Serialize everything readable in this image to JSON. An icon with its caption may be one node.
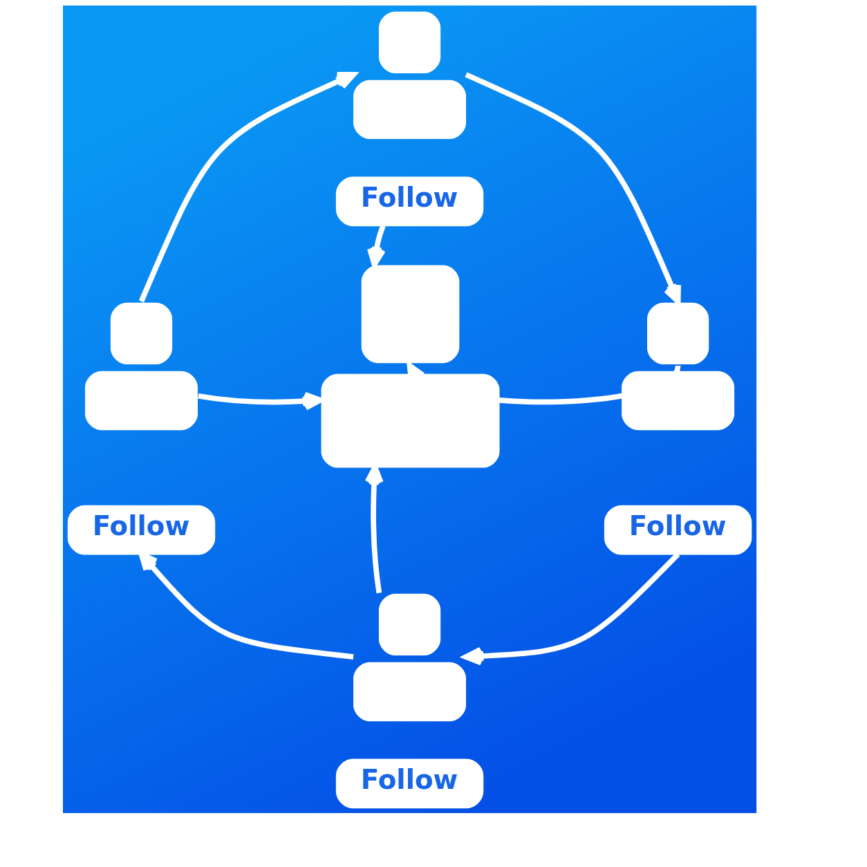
{
  "diagram": {
    "nodes": [
      {
        "text": [],
        "shape": "person"
      },
      {
        "text": [
          "Follow"
        ]
      },
      {
        "text": [],
        "shape": "person"
      },
      {
        "text": [
          "Follow"
        ]
      },
      {
        "text": [],
        "shape": "person"
      },
      {
        "text": [],
        "shape": "person"
      },
      {
        "text": [
          "Follow"
        ]
      },
      {
        "text": [],
        "shape": "person"
      },
      {
        "text": [
          "Follow"
        ]
      }
    ],
    "edges": [
      {
        "from": 2,
        "to": 0,
        "arrow": "to"
      },
      {
        "from": 0,
        "to": 5,
        "arrow": "to"
      },
      {
        "from": 1,
        "to": 4,
        "arrow": "to"
      },
      {
        "from": 2,
        "to": 4,
        "arrow": "to"
      },
      {
        "from": 5,
        "to": 4,
        "arrow": "to"
      },
      {
        "from": 7,
        "to": 4,
        "arrow": "to"
      },
      {
        "from": 6,
        "to": 7,
        "arrow": "to"
      },
      {
        "from": 7,
        "to": 3,
        "arrow": "to"
      }
    ]
  }
}
